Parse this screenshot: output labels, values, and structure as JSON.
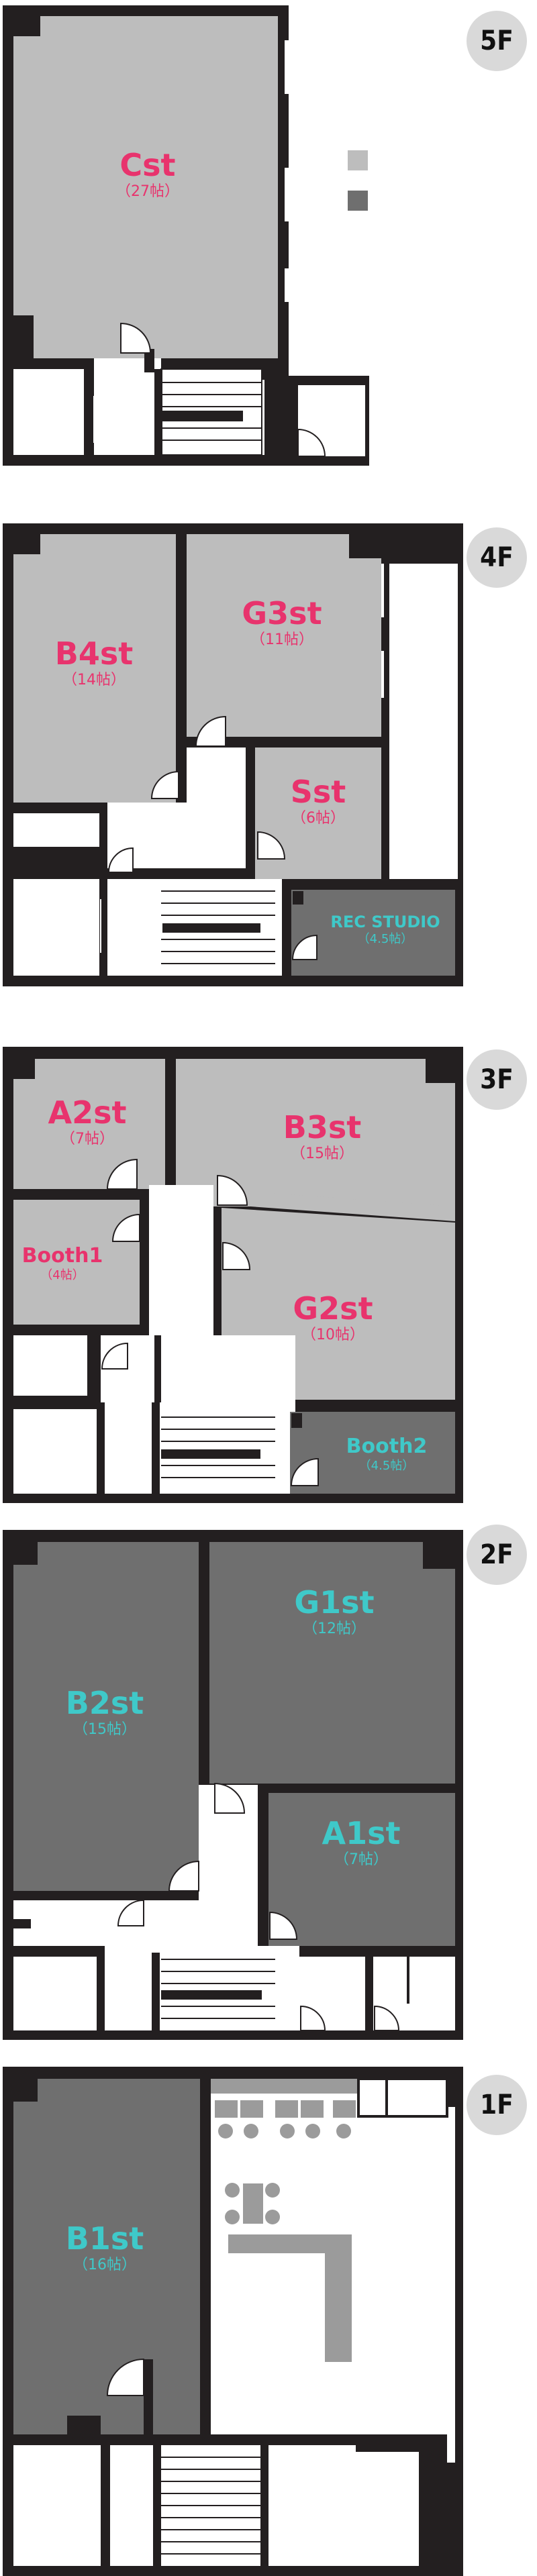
{
  "colors": {
    "wall": "#231f20",
    "room_light": "#bdbdbd",
    "room_dark": "#6f6f6f",
    "pink": "#e8336d",
    "teal": "#3fc9c9",
    "badge": "#d9d9d9"
  },
  "legend": [
    {
      "color": "#bdbdbd"
    },
    {
      "color": "#6f6f6f"
    }
  ],
  "floors": [
    {
      "label": "5F",
      "rooms": [
        {
          "name": "Cst",
          "size": "（27帖）"
        }
      ]
    },
    {
      "label": "4F",
      "rooms": [
        {
          "name": "B4st",
          "size": "（14帖）"
        },
        {
          "name": "G3st",
          "size": "（11帖）"
        },
        {
          "name": "Sst",
          "size": "（6帖）"
        },
        {
          "name": "REC STUDIO",
          "size": "（4.5帖）"
        }
      ]
    },
    {
      "label": "3F",
      "rooms": [
        {
          "name": "A2st",
          "size": "（7帖）"
        },
        {
          "name": "B3st",
          "size": "（15帖）"
        },
        {
          "name": "Booth1",
          "size": "（4帖）"
        },
        {
          "name": "G2st",
          "size": "（10帖）"
        },
        {
          "name": "Booth2",
          "size": "（4.5帖）"
        }
      ]
    },
    {
      "label": "2F",
      "rooms": [
        {
          "name": "B2st",
          "size": "（15帖）"
        },
        {
          "name": "G1st",
          "size": "（12帖）"
        },
        {
          "name": "A1st",
          "size": "（7帖）"
        }
      ]
    },
    {
      "label": "1F",
      "rooms": [
        {
          "name": "B1st",
          "size": "（16帖）"
        }
      ]
    }
  ]
}
